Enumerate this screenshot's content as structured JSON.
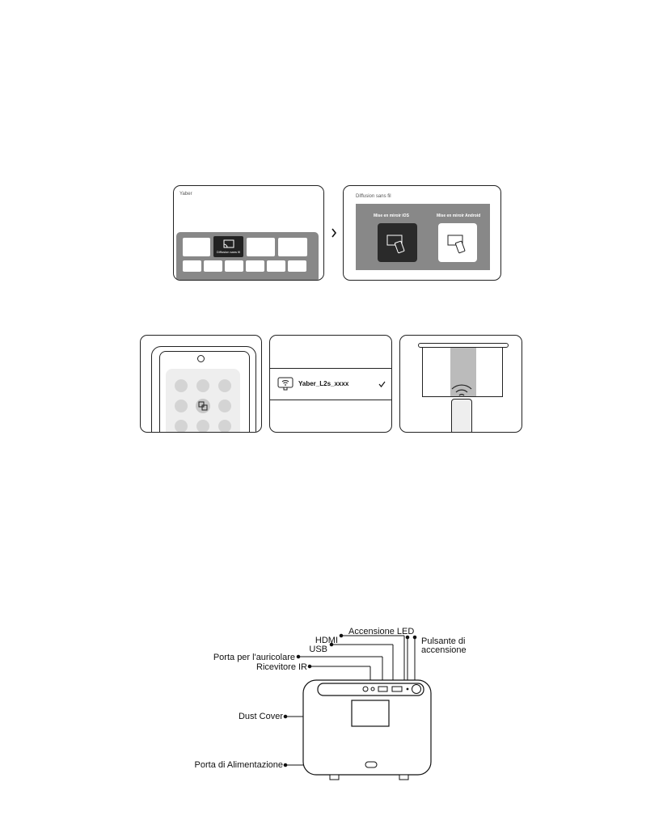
{
  "ui1": {
    "home_brand": "Yaber",
    "selected_tile_label": "Diffusion sans fil",
    "wireless_title": "Diffusion sans fil",
    "ios_label": "Mise en miroir iOS",
    "android_label": "Mise en miroir Android"
  },
  "ui2": {
    "device_name": "Yaber_L2s_xxxx"
  },
  "ports": {
    "hdmi": "HDMI",
    "usb": "USB",
    "headphone": "Porta per l'auricolare",
    "ir": "Ricevitore IR",
    "led": "Accensione LED",
    "power_button_1": "Pulsante di",
    "power_button_2": "accensione",
    "dust_cover": "Dust Cover",
    "power_port": "Porta di Alimentazione"
  }
}
